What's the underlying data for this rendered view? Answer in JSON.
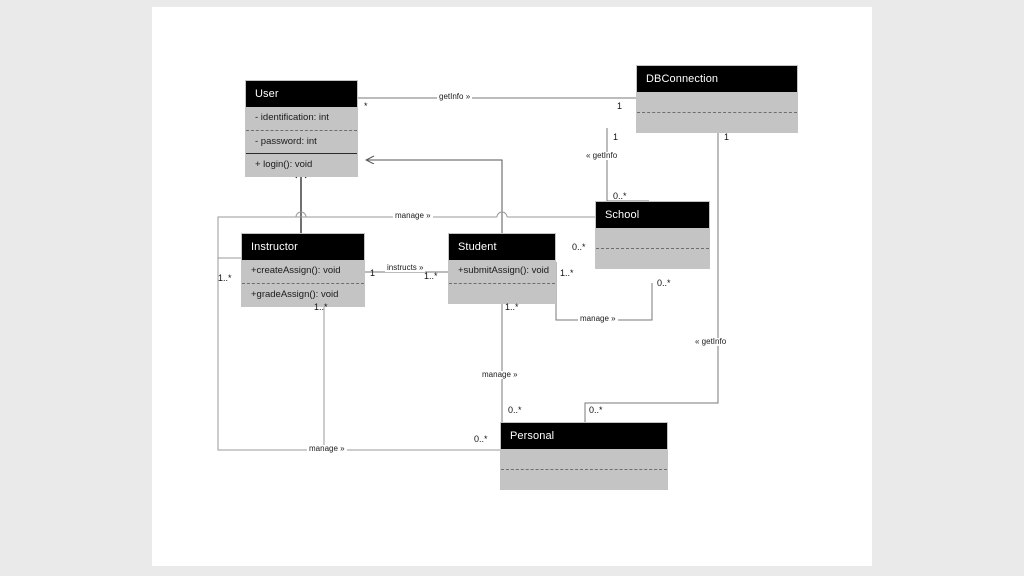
{
  "canvas": {
    "background": "#ffffff",
    "page_background": "#eaeaea",
    "header_color": "#000000",
    "body_color": "#c4c4c4",
    "line_color": "#7a7a7a"
  },
  "classes": [
    {
      "id": "user",
      "name": "User",
      "attributes": [
        "- identification: int",
        "- password: int"
      ],
      "operations": [
        "+ login(): void"
      ]
    },
    {
      "id": "dbconnection",
      "name": "DBConnection",
      "attributes": [
        ""
      ],
      "operations": [
        ""
      ]
    },
    {
      "id": "instructor",
      "name": "Instructor",
      "attributes": [
        "+createAssign(): void"
      ],
      "operations": [
        "+gradeAssign(): void"
      ]
    },
    {
      "id": "student",
      "name": "Student",
      "attributes": [
        "+submitAssign(): void"
      ],
      "operations": [
        ""
      ]
    },
    {
      "id": "school",
      "name": "School",
      "attributes": [
        ""
      ],
      "operations": [
        ""
      ]
    },
    {
      "id": "personal",
      "name": "Personal",
      "attributes": [
        ""
      ],
      "operations": [
        ""
      ]
    }
  ],
  "relations": [
    {
      "id": "user-db-getinfo",
      "label": "getInfo »",
      "from": "User",
      "to": "DBConnection",
      "from_mult": "*",
      "to_mult": "1"
    },
    {
      "id": "db-school-getinfo",
      "label": "« getInfo",
      "from": "DBConnection",
      "to": "School",
      "from_mult": "1",
      "to_mult": "0..*"
    },
    {
      "id": "db-personal-getinfo",
      "label": "« getInfo",
      "from": "DBConnection",
      "to": "Personal",
      "from_mult": "1",
      "to_mult": "0..*"
    },
    {
      "id": "instructor-student-instructs",
      "label": "instructs »",
      "from": "Instructor",
      "to": "Student",
      "from_mult": "1",
      "to_mult": "1..*"
    },
    {
      "id": "instructor-manage-user",
      "label": "manage »",
      "from": "Instructor",
      "to": "User",
      "from_mult": "1..*",
      "to_mult": ""
    },
    {
      "id": "student-school-manage",
      "label": "manage »",
      "from": "Student",
      "to": "School",
      "from_mult": "1..*",
      "to_mult": "0..*"
    },
    {
      "id": "student-personal-manage",
      "label": "manage »",
      "from": "Student",
      "to": "Personal",
      "from_mult": "1..*",
      "to_mult": "0..*"
    },
    {
      "id": "instructor-personal-manage",
      "label": "manage »",
      "from": "Instructor",
      "to": "Personal",
      "from_mult": "1..*",
      "to_mult": "0..*"
    }
  ],
  "multiplicities": {
    "user_right": "*",
    "db_left": "1",
    "db_bottom_left": "1",
    "db_bottom_right": "1",
    "school_top": "0..*",
    "school_left": "0..*",
    "school_bottom": "0..*",
    "instructor_left": "1..*",
    "instructor_right": "1",
    "instructor_bottom": "1..*",
    "student_left": "1..*",
    "student_right": "1..*",
    "student_bottom": "1..*",
    "personal_top_left": "0..*",
    "personal_top_right": "0..*",
    "personal_left": "0..*"
  },
  "labels": {
    "getinfo_top": "getInfo »",
    "getinfo_school": "« getInfo",
    "getinfo_personal": "« getInfo",
    "manage_user": "manage »",
    "instructs": "instructs »",
    "manage_school": "manage »",
    "manage_personal_student": "manage »",
    "manage_personal_instructor": "manage »"
  }
}
